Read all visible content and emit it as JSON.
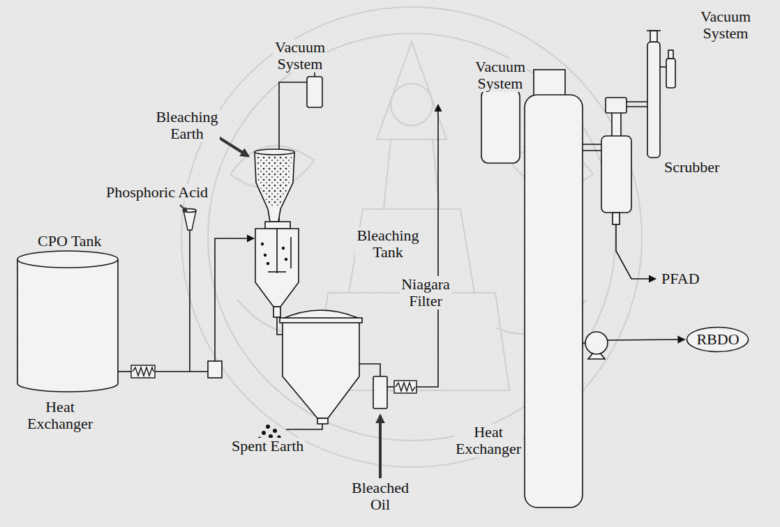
{
  "diagram": {
    "nodes": [
      {
        "text": [
          "RBDO"
        ]
      }
    ],
    "labels": [
      "Vacuum System",
      "Vacuum System",
      "Vacuum System",
      "Bleaching Earth",
      "Scrubber",
      "Phosphoric Acid",
      "Bleaching Tank",
      "CPO Tank",
      "PFAD",
      "Niagara Filter",
      "Heat Exchanger",
      "Spent Earth",
      "Heat Exchanger",
      "Bleached Oil"
    ]
  }
}
